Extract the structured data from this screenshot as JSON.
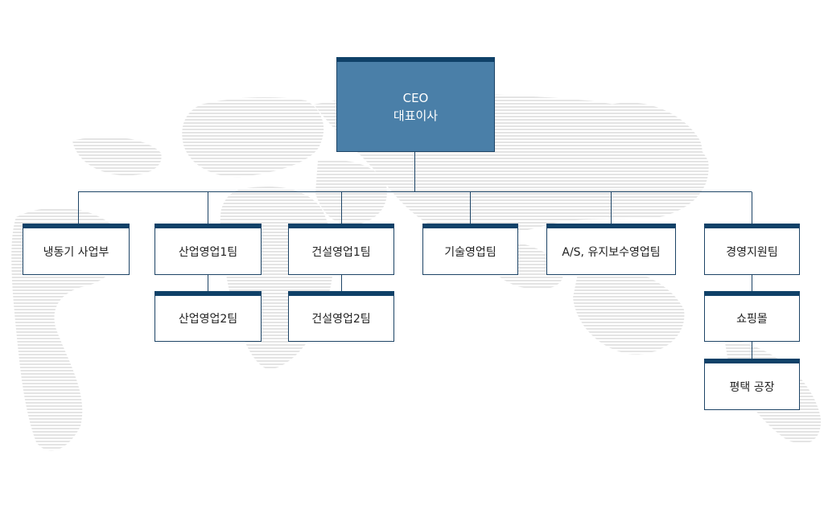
{
  "colors": {
    "box_top_bar": "#0f4168",
    "box_border": "#1d4466",
    "ceo_fill": "#4a7fa8",
    "connector": "#1d4466",
    "map_stripes": "#e4e4e4"
  },
  "ceo": {
    "line1": "CEO",
    "line2": "대표이사"
  },
  "departments": {
    "refrigeration": "냉동기 사업부",
    "industrial_sales_1": "산업영업1팀",
    "industrial_sales_2": "산업영업2팀",
    "construction_sales_1": "건설영업1팀",
    "construction_sales_2": "건설영업2팀",
    "technical_sales": "기술영업팀",
    "as_maintenance_sales": "A/S, 유지보수영업팀",
    "management_support": "경영지원팀",
    "shopping_mall": "쇼핑몰",
    "pyeongtaek_factory": "평택 공장"
  }
}
